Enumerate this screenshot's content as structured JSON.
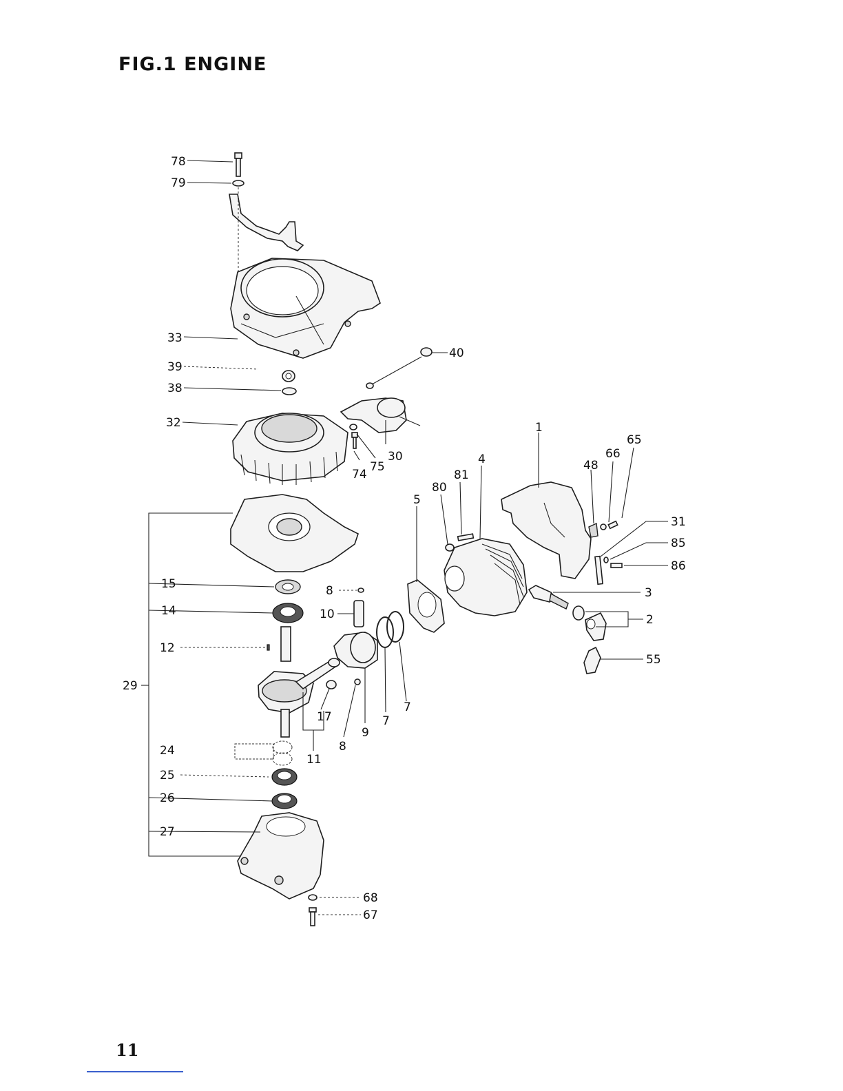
{
  "figure": {
    "title": "FIG.1  ENGINE"
  },
  "page_number": "11",
  "labels": {
    "p78": "78",
    "p79": "79",
    "p33": "33",
    "p39": "39",
    "p38": "38",
    "p32": "32",
    "p40": "40",
    "p30": "30",
    "p75": "75",
    "p74": "74",
    "p1": "1",
    "p65": "65",
    "p66": "66",
    "p48": "48",
    "p4": "4",
    "p81": "81",
    "p80": "80",
    "p5": "5",
    "p31": "31",
    "p85": "85",
    "p86": "86",
    "p3": "3",
    "p2": "2",
    "p55": "55",
    "p29": "29",
    "p15": "15",
    "p14": "14",
    "p12": "12",
    "p8a": "8",
    "p10": "10",
    "p17": "17",
    "p8b": "8",
    "p9": "9",
    "p7a": "7",
    "p7b": "7",
    "p11": "11",
    "p24": "24",
    "p25": "25",
    "p26": "26",
    "p27": "27",
    "p68": "68",
    "p67": "67"
  }
}
